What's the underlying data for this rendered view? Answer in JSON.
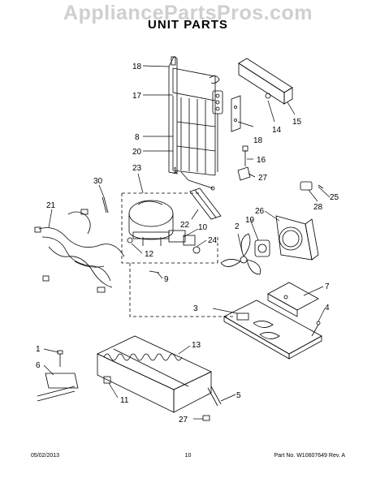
{
  "watermark": "AppliancePartsPros.com",
  "title": "UNIT PARTS",
  "callouts": {
    "c1a": "1",
    "c1b": "1",
    "c2": "2",
    "c3": "3",
    "c4": "4",
    "c5": "5",
    "c6": "6",
    "c7": "7",
    "c8": "8",
    "c9": "9",
    "c10": "10",
    "c11": "11",
    "c12": "12",
    "c13": "13",
    "c14": "14",
    "c15": "15",
    "c16": "16",
    "c17": "17",
    "c18a": "18",
    "c18b": "18",
    "c19": "19",
    "c20": "20",
    "c21": "21",
    "c22": "22",
    "c23": "23",
    "c24": "24",
    "c25": "25",
    "c26": "26",
    "c27a": "27",
    "c27b": "27",
    "c28": "28",
    "c30": "30"
  },
  "footer": {
    "date": "05/02/2013",
    "page": "10",
    "part": "Part No.  W10607649  Rev.  A"
  }
}
